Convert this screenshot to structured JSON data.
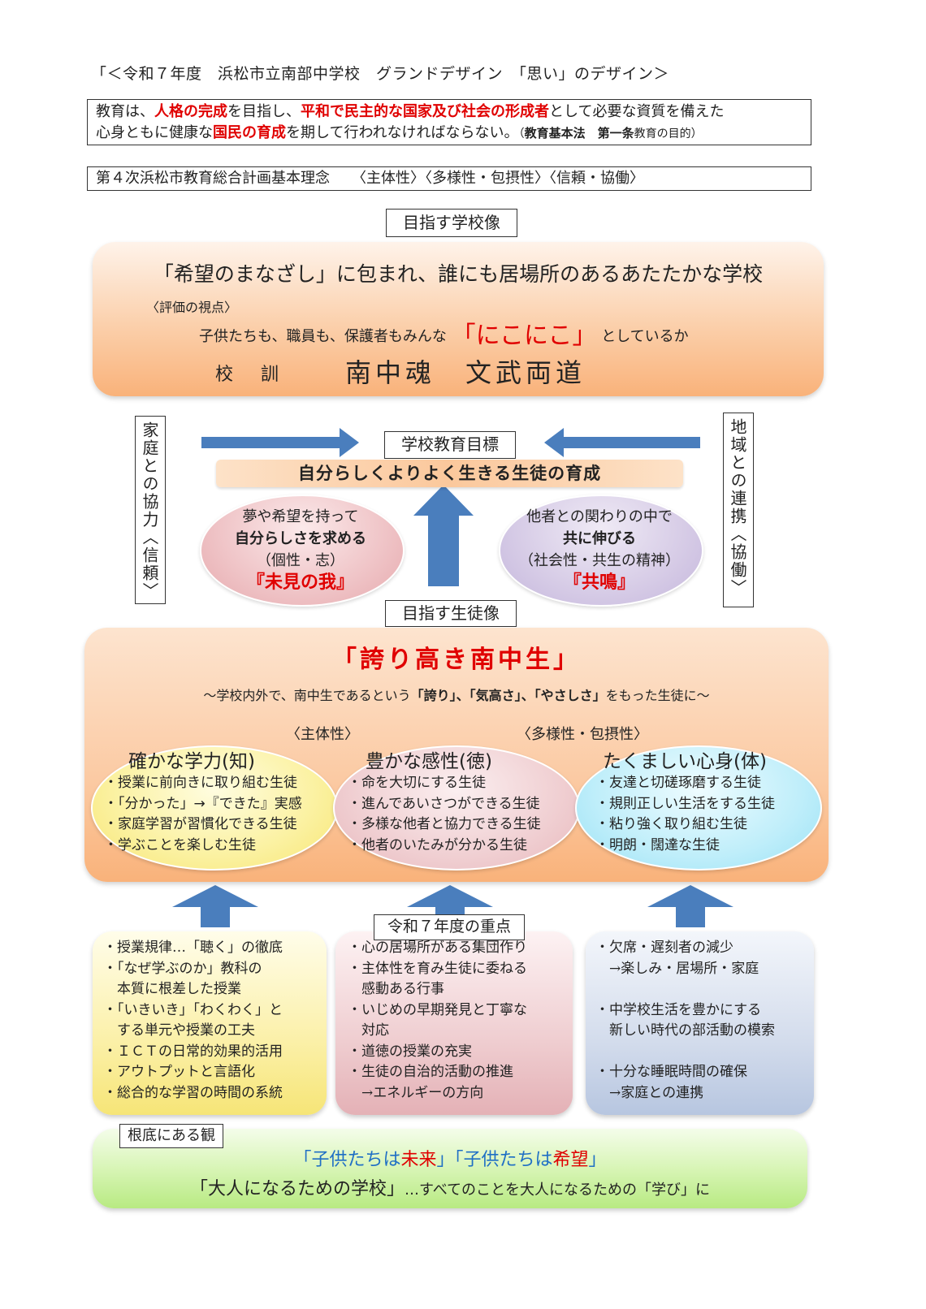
{
  "header": {
    "title": "「＜令和７年度　浜松市立南部中学校　グランドデザイン　「思い」のデザイン＞"
  },
  "education_law": {
    "l1_a": "教育は、",
    "l1_b": "人格の完成",
    "l1_c": "を目指し、",
    "l1_d": "平和で民主的な国家及び社会の形成者",
    "l1_e": "として必要な資質を備えた",
    "l2_a": "心身ともに健康な",
    "l2_b": "国民の育成",
    "l2_c": "を期して行われなければならない。",
    "l2_d": "（",
    "l2_e": "教育基本法　第一条",
    "l2_f": "教育の目的）"
  },
  "plan": {
    "text": "第４次浜松市教育総合計画基本理念　　〈主体性〉〈多様性・包摂性〉〈信頼・協働〉"
  },
  "school_image": {
    "label": "目指す学校像",
    "main": "「希望のまなざし」に包まれ、誰にも居場所のあるあたたかな学校",
    "eval_label": "〈評価の視点〉",
    "eval_a": "子供たちも、職員も、保護者もみんな",
    "eval_red": "「にこにこ」",
    "eval_b": "としているか",
    "motto_label": "校　訓",
    "motto": "南中魂　文武両道"
  },
  "goal": {
    "family": "家庭との協力〈信頼〉",
    "region": "地域との連携〈協働〉",
    "label": "学校教育目標",
    "text": "自分らしくよりよく生きる生徒の育成"
  },
  "left_oval": {
    "l1": "夢や希望を持って",
    "l2": "自分らしさを求める",
    "l3": "（個性・志）",
    "red": "『未見の我』"
  },
  "right_oval": {
    "l1": "他者との関わりの中で",
    "l2": "共に伸びる",
    "l3": "（社会性・共生の精神）",
    "red": "『共鳴』"
  },
  "student_image": {
    "label": "目指す生徒像",
    "main": "「誇り高き南中生」",
    "sub_a": "〜学校内外で、南中生であるという",
    "sub_b": "「誇り」、「気高さ」、「やさしさ」",
    "sub_c": "をもった生徒に〜",
    "tag1": "〈主体性〉",
    "tag2": "〈多様性・包摂性〉"
  },
  "pillars": [
    {
      "title": "確かな学力(知)",
      "items": [
        "・授業に前向きに取り組む生徒",
        "・「分かった」→『できた』実感",
        "・家庭学習が習慣化できる生徒",
        "・学ぶことを楽しむ生徒"
      ]
    },
    {
      "title": "豊かな感性(徳)",
      "items": [
        "・命を大切にする生徒",
        "・進んであいさつができる生徒",
        "・多様な他者と協力できる生徒",
        "・他者のいたみが分かる生徒"
      ]
    },
    {
      "title": "たくましい心身(体)",
      "items": [
        "・友達と切磋琢磨する生徒",
        "・規則正しい生活をする生徒",
        "・粘り強く取り組む生徒",
        "・明朗・闊達な生徒"
      ]
    }
  ],
  "focus": {
    "label": "令和７年度の重点",
    "left": [
      "・授業規律…「聴く」の徹底",
      "・「なぜ学ぶのか」教科の",
      "　本質に根差した授業",
      "・「いきいき」「わくわく」と",
      "　する単元や授業の工夫",
      "・ＩＣＴの日常的効果的活用",
      "・アウトプットと言語化",
      "・総合的な学習の時間の系統"
    ],
    "middle": [
      "・心の居場所がある集団作り",
      "・主体性を育み生徒に委ねる",
      "　感動ある行事",
      "・いじめの早期発見と丁寧な",
      "　対応",
      "・道徳の授業の充実",
      "・生徒の自治的活動の推進",
      "　→エネルギーの方向"
    ],
    "right": [
      "・欠席・遅刻者の減少",
      "　→楽しみ・居場所・家庭",
      "",
      "・中学校生活を豊かにする",
      "　新しい時代の部活動の模索",
      "",
      "・十分な睡眠時間の確保",
      "　→家庭との連携"
    ]
  },
  "base": {
    "label": "根底にある観",
    "line1_a": "「子供たちは",
    "line1_b": "未来",
    "line1_c": "」「子供たちは",
    "line1_d": "希望",
    "line1_e": "」",
    "line2_a": "「大人になるための学校」",
    "line2_b": "…すべてのことを大人になるための「学び」に"
  },
  "colors": {
    "red": "#e00000",
    "arrow_blue": "#4a7ebd",
    "blue_text": "#1f6fc5"
  }
}
